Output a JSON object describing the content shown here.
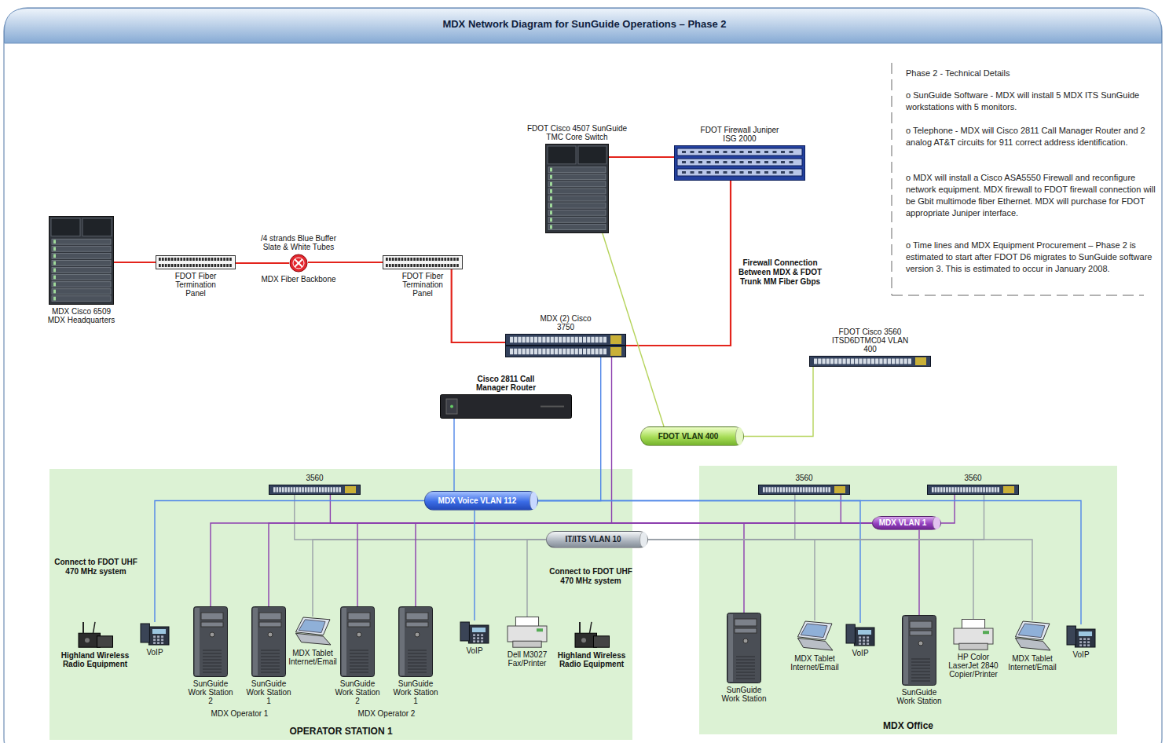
{
  "diagram": {
    "title": "MDX Network Diagram for SunGuide Operations – Phase 2",
    "nodes": [
      {
        "text": [
          "MDX Cisco 6509 MDX Headquarters"
        ]
      },
      {
        "text": [
          "FDOT Fiber Termination Panel"
        ]
      },
      {
        "text": [
          "/4 strands Blue Buffer Slate & White Tubes",
          "MDX Fiber Backbone"
        ]
      },
      {
        "text": [
          "FDOT Fiber Termination Panel"
        ]
      },
      {
        "text": [
          "FDOT Cisco 4507 SunGuide TMC Core Switch"
        ]
      },
      {
        "text": [
          "FDOT Firewall Juniper ISG 2000"
        ]
      },
      {
        "text": [
          "MDX (2) Cisco 3750"
        ]
      },
      {
        "text": [
          "Cisco 2811 Call Manager Router"
        ]
      },
      {
        "text": [
          "FDOT Cisco 3560 ITSD6DTMC04 VLAN 400"
        ]
      },
      {
        "text": [
          "FDOT VLAN 400"
        ]
      },
      {
        "text": [
          "OPERATOR STATION 1"
        ]
      },
      {
        "text": [
          "MDX Office"
        ]
      },
      {
        "text": [
          "3560"
        ],
        "in": 10
      },
      {
        "text": [
          "MDX Voice VLAN 112"
        ],
        "in": 10
      },
      {
        "text": [
          "IT/ITS VLAN 10"
        ]
      },
      {
        "text": [
          "MDX VLAN 1"
        ],
        "in": 11
      },
      {
        "text": [
          "3560"
        ],
        "in": 11
      },
      {
        "text": [
          "3560"
        ],
        "in": 11
      },
      {
        "text": [
          "Highland Wireless Radio Equipment"
        ],
        "in": 10
      },
      {
        "text": [
          "VoIP"
        ],
        "in": 10
      },
      {
        "text": [
          "SunGuide Work Station 2"
        ],
        "in": 10
      },
      {
        "text": [
          "SunGuide Work Station 1"
        ],
        "in": 10
      },
      {
        "text": [
          "MDX Tablet Internet/Email"
        ],
        "in": 10
      },
      {
        "text": [
          "SunGuide Work Station 2"
        ],
        "in": 10
      },
      {
        "text": [
          "SunGuide Work Station 1"
        ],
        "in": 10
      },
      {
        "text": [
          "VoIP"
        ],
        "in": 10
      },
      {
        "text": [
          "Dell M3027 Fax/Printer"
        ],
        "in": 10
      },
      {
        "text": [
          "Highland Wireless Radio Equipment"
        ],
        "in": 10
      },
      {
        "text": [
          "SunGuide Work Station"
        ],
        "in": 11
      },
      {
        "text": [
          "MDX Tablet Internet/Email"
        ],
        "in": 11
      },
      {
        "text": [
          "VoIP"
        ],
        "in": 11
      },
      {
        "text": [
          "SunGuide Work Station"
        ],
        "in": 11
      },
      {
        "text": [
          "HP Color LaserJet 2840 Copier/Printer"
        ],
        "in": 11
      },
      {
        "text": [
          "MDX Tablet Internet/Email"
        ],
        "in": 11
      },
      {
        "text": [
          "VoIP"
        ],
        "in": 11
      }
    ],
    "edges": [
      {
        "from": 0,
        "to": 1,
        "arrow": "none"
      },
      {
        "from": 1,
        "to": 2,
        "arrow": "none"
      },
      {
        "from": 2,
        "to": 3,
        "arrow": "none"
      },
      {
        "from": 3,
        "to": 6,
        "arrow": "none"
      },
      {
        "from": 4,
        "to": 5,
        "arrow": "none"
      },
      {
        "from": 6,
        "to": 5,
        "label": "Firewall Connection Between MDX & FDOT Trunk MM Fiber Gbps",
        "arrow": "none"
      },
      {
        "from": 4,
        "to": 9,
        "arrow": "none"
      },
      {
        "from": 9,
        "to": 8,
        "arrow": "none"
      },
      {
        "from": 7,
        "to": 13,
        "arrow": "none"
      },
      {
        "from": 6,
        "to": 13,
        "arrow": "none"
      },
      {
        "from": 6,
        "to": 15,
        "arrow": "none"
      },
      {
        "from": 12,
        "to": 14,
        "arrow": "none"
      },
      {
        "from": 12,
        "to": 15,
        "arrow": "none"
      },
      {
        "from": 16,
        "to": 14,
        "arrow": "none"
      },
      {
        "from": 16,
        "to": 15,
        "arrow": "none"
      },
      {
        "from": 17,
        "to": 14,
        "arrow": "none"
      },
      {
        "from": 17,
        "to": 15,
        "arrow": "none"
      },
      {
        "from": 19,
        "to": 13,
        "arrow": "none"
      },
      {
        "from": 20,
        "to": 15,
        "arrow": "none"
      },
      {
        "from": 21,
        "to": 15,
        "arrow": "none"
      },
      {
        "from": 22,
        "to": 14,
        "arrow": "none"
      },
      {
        "from": 23,
        "to": 15,
        "arrow": "none"
      },
      {
        "from": 24,
        "to": 15,
        "arrow": "none"
      },
      {
        "from": 25,
        "to": 13,
        "arrow": "none"
      },
      {
        "from": 26,
        "to": 14,
        "arrow": "none"
      },
      {
        "from": 28,
        "to": 15,
        "arrow": "none"
      },
      {
        "from": 29,
        "to": 14,
        "arrow": "none"
      },
      {
        "from": 30,
        "to": 13,
        "arrow": "none"
      },
      {
        "from": 31,
        "to": 15,
        "arrow": "none"
      },
      {
        "from": 32,
        "to": 14,
        "arrow": "none"
      },
      {
        "from": 33,
        "to": 14,
        "arrow": "none"
      },
      {
        "from": 34,
        "to": 13,
        "arrow": "none"
      }
    ],
    "labels": [
      "Phase 2 - Technical Details",
      "o SunGuide Software - MDX will install 5 MDX ITS SunGuide workstations with 5 monitors.",
      "o Telephone - MDX will Cisco 2811 Call Manager Router and 2 analog AT&T circuits for 911 correct address identification.",
      "o MDX will install a Cisco ASA5550 Firewall and reconfigure network equipment. MDX firewall to FDOT firewall connection will be Gbit multimode fiber Ethernet. MDX will purchase for FDOT appropriate Juniper interface.",
      "o Time lines and MDX Equipment Procurement – Phase 2 is estimated to start after FDOT D6 migrates to SunGuide software version 3. This is estimated to occur in January 2008.",
      "Connect to FDOT UHF 470 MHz system",
      "Connect to FDOT UHF 470 MHz system",
      "MDX Operator 1",
      "MDX Operator 2"
    ]
  }
}
